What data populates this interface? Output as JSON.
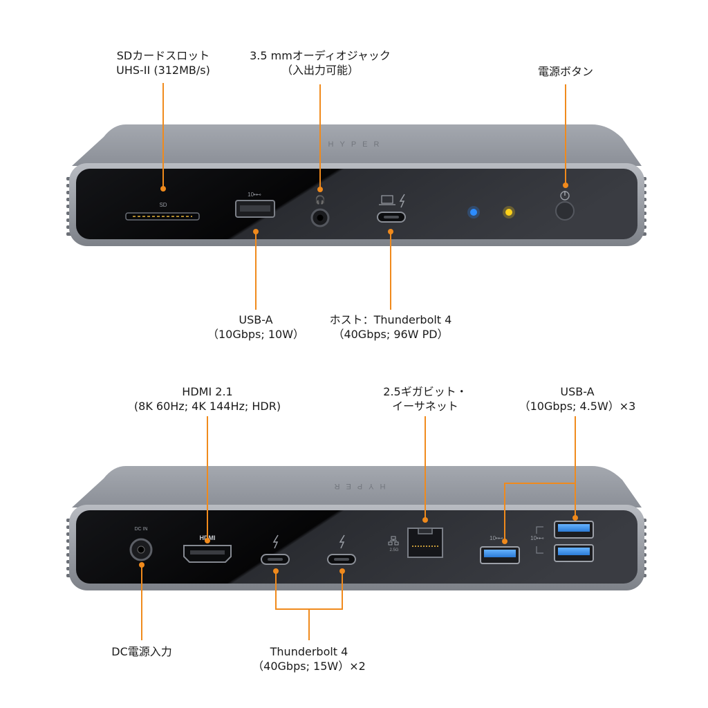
{
  "brand": "HYPER",
  "colors": {
    "callout": "#f08a1c",
    "body_metal": "#8f939b",
    "panel": "#0e0f11",
    "usb_blue": "#3d8fe0",
    "led_blue": "#2c8cff",
    "led_yellow": "#ffd21a"
  },
  "front": {
    "labels": {
      "sd": [
        "SDカードスロット",
        "UHS-II (312MB/s)"
      ],
      "audio": [
        "3.5 mmオーディオジャック",
        "（入出力可能）"
      ],
      "power": [
        "電源ボタン"
      ],
      "usba": [
        "USB-A",
        "（10Gbps; 10W）"
      ],
      "host": [
        "ホスト：Thunderbolt 4",
        "（40Gbps; 96W PD）"
      ]
    },
    "port_marks": {
      "sd": "SD",
      "usb": "10•⊷"
    }
  },
  "back": {
    "labels": {
      "hdmi": [
        "HDMI 2.1",
        "(8K 60Hz; 4K 144Hz; HDR)"
      ],
      "ethernet": [
        "2.5ギガビット・",
        "イーサネット"
      ],
      "usba": [
        "USB-A",
        "（10Gbps; 4.5W）×3"
      ],
      "dc": [
        "DC電源入力"
      ],
      "tb": [
        "Thunderbolt 4",
        "（40Gbps; 15W）×2"
      ]
    },
    "port_marks": {
      "dc": "DC IN",
      "hdmi": "HDMI",
      "eth": "2.5G",
      "usb": "10•⊷"
    }
  }
}
